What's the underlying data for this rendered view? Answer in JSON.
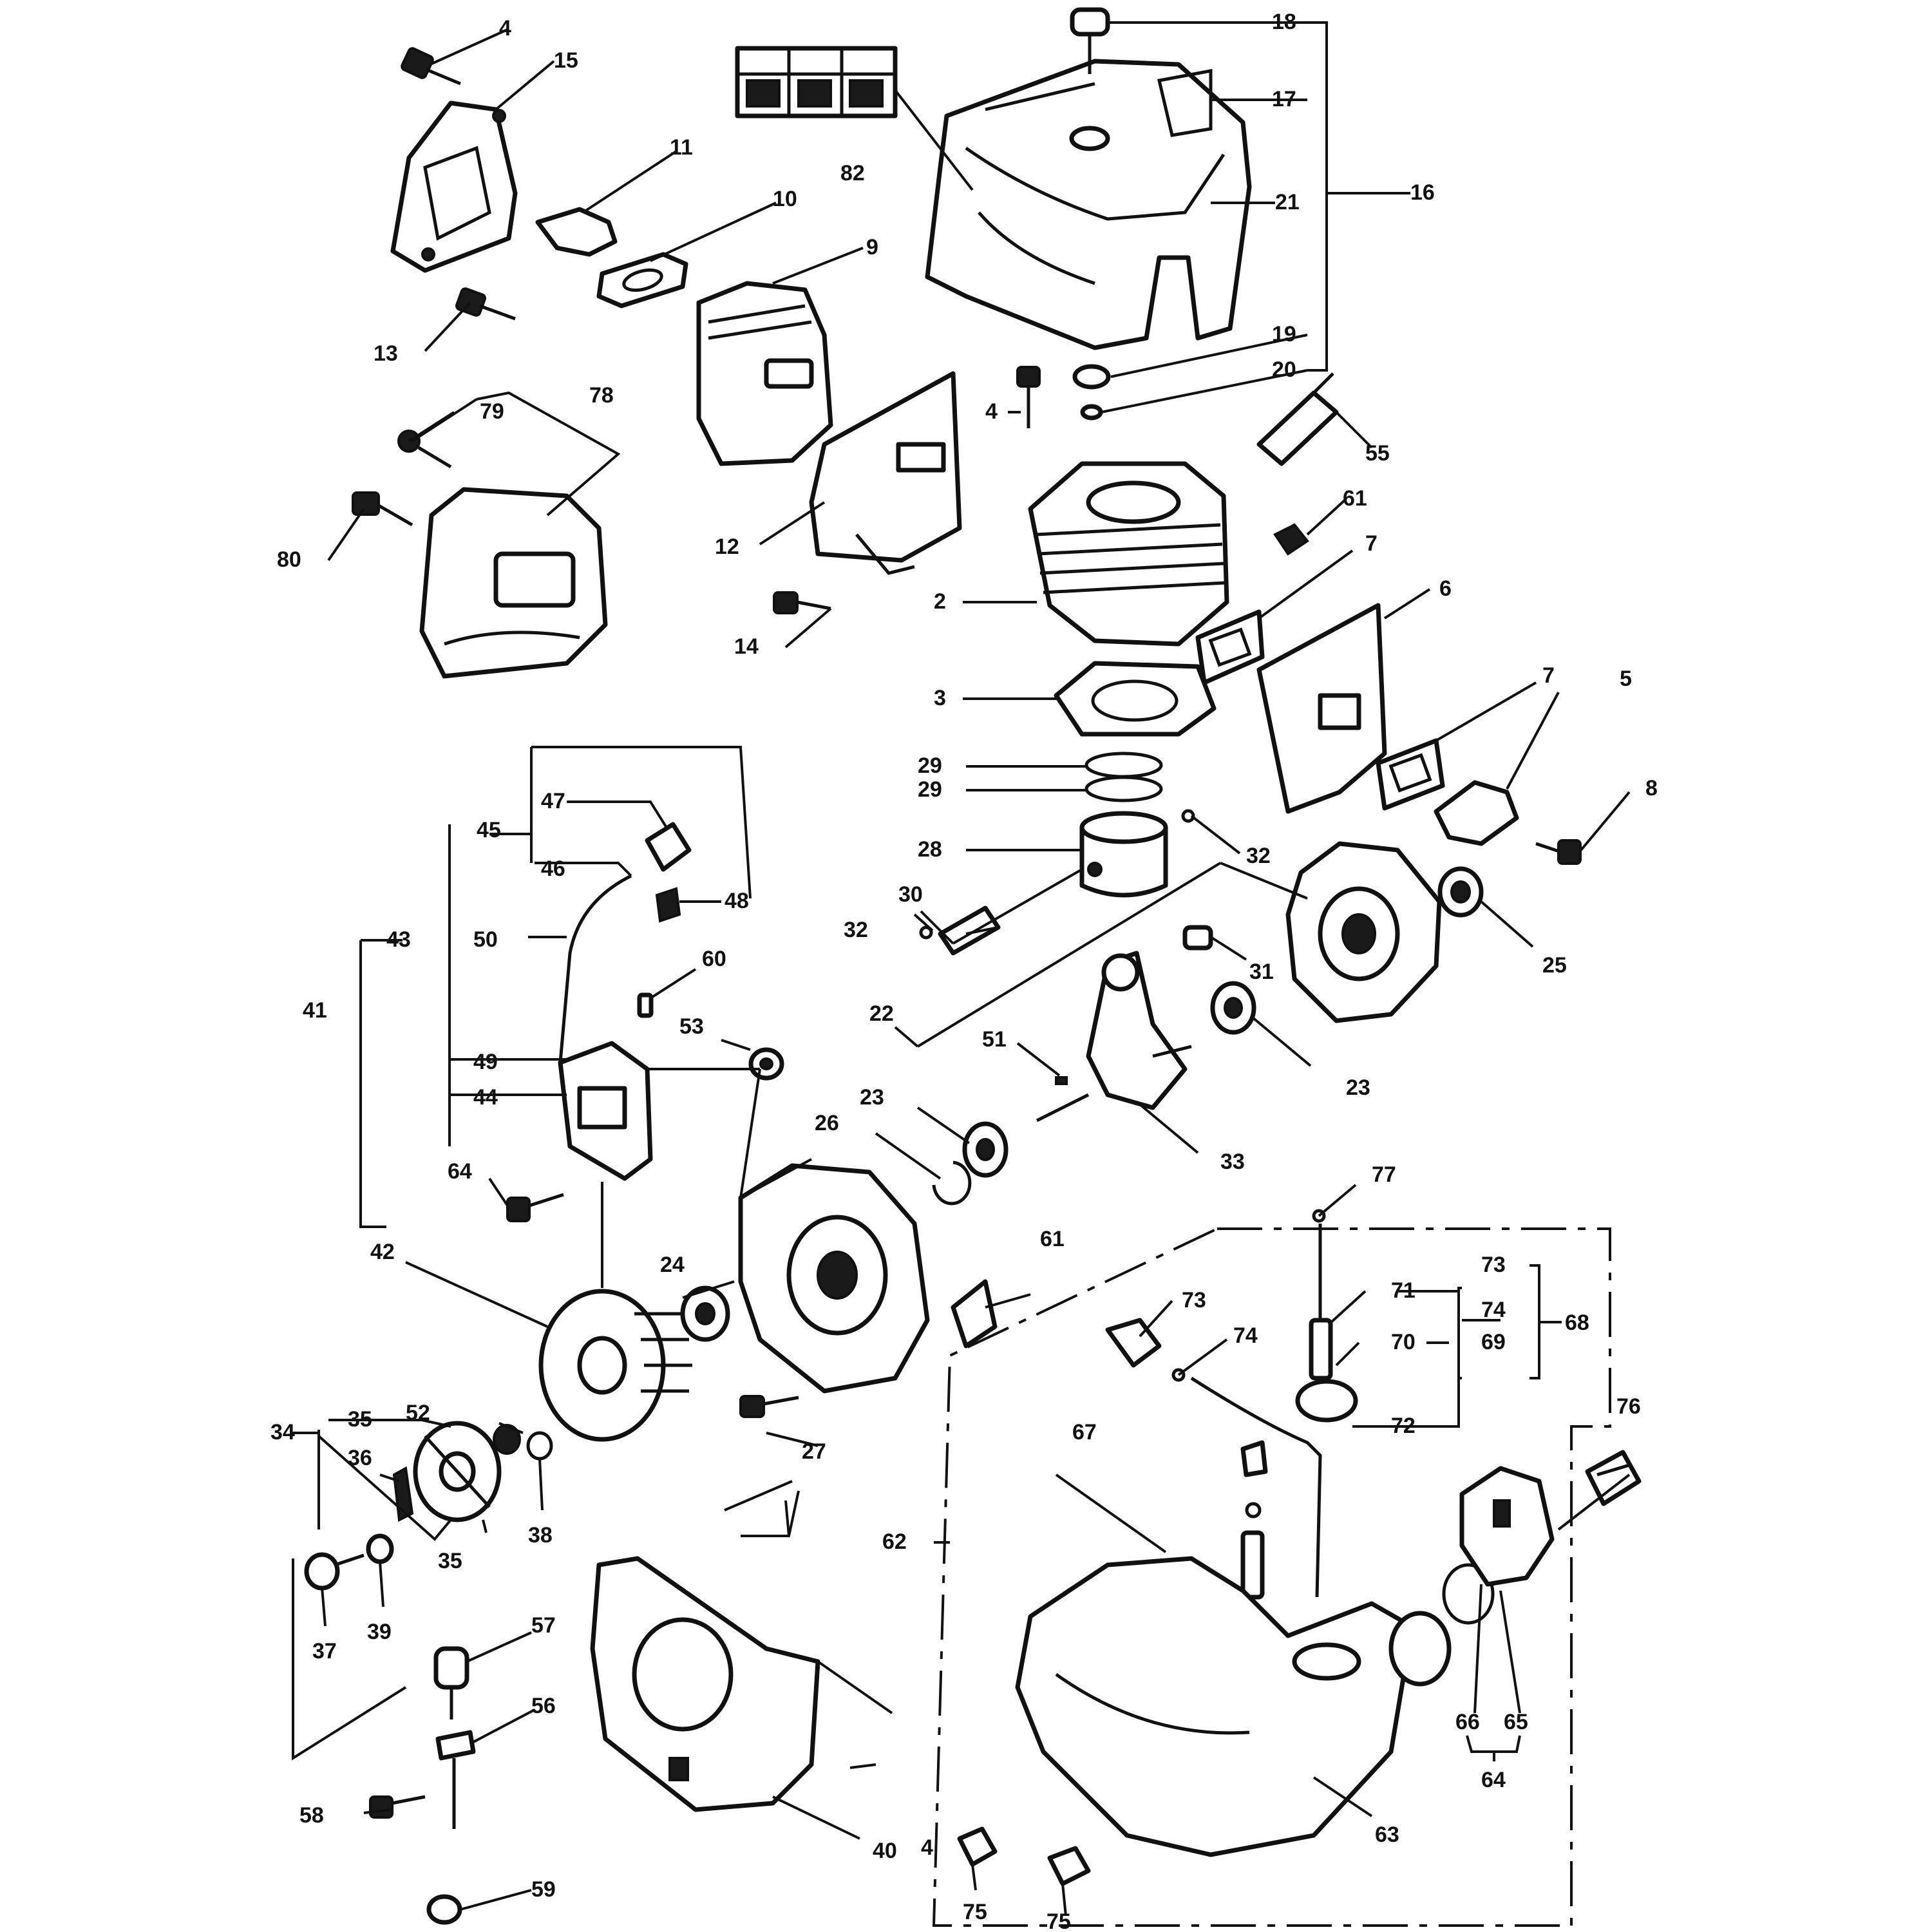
{
  "diagram": {
    "callouts": [
      {
        "id": "c4a",
        "text": "4"
      },
      {
        "id": "c15",
        "text": "15"
      },
      {
        "id": "c11",
        "text": "11"
      },
      {
        "id": "c10",
        "text": "10"
      },
      {
        "id": "c9",
        "text": "9"
      },
      {
        "id": "c13",
        "text": "13"
      },
      {
        "id": "c79",
        "text": "79"
      },
      {
        "id": "c78",
        "text": "78"
      },
      {
        "id": "c80",
        "text": "80"
      },
      {
        "id": "c82",
        "text": "82"
      },
      {
        "id": "c18",
        "text": "18"
      },
      {
        "id": "c17",
        "text": "17"
      },
      {
        "id": "c21",
        "text": "21"
      },
      {
        "id": "c16",
        "text": "16"
      },
      {
        "id": "c19",
        "text": "19"
      },
      {
        "id": "c20",
        "text": "20"
      },
      {
        "id": "c4b",
        "text": "4"
      },
      {
        "id": "c55",
        "text": "55"
      },
      {
        "id": "c61a",
        "text": "61"
      },
      {
        "id": "c12",
        "text": "12"
      },
      {
        "id": "c7a",
        "text": "7"
      },
      {
        "id": "c6",
        "text": "6"
      },
      {
        "id": "c2",
        "text": "2"
      },
      {
        "id": "c14",
        "text": "14"
      },
      {
        "id": "c3",
        "text": "3"
      },
      {
        "id": "c7b",
        "text": "7"
      },
      {
        "id": "c5",
        "text": "5"
      },
      {
        "id": "c8",
        "text": "8"
      },
      {
        "id": "c29a",
        "text": "29"
      },
      {
        "id": "c29b",
        "text": "29"
      },
      {
        "id": "c28",
        "text": "28"
      },
      {
        "id": "c32a",
        "text": "32"
      },
      {
        "id": "c47",
        "text": "47"
      },
      {
        "id": "c45",
        "text": "45"
      },
      {
        "id": "c46",
        "text": "46"
      },
      {
        "id": "c48",
        "text": "48"
      },
      {
        "id": "c43",
        "text": "43"
      },
      {
        "id": "c50",
        "text": "50"
      },
      {
        "id": "c41",
        "text": "41"
      },
      {
        "id": "c30",
        "text": "30"
      },
      {
        "id": "c32b",
        "text": "32"
      },
      {
        "id": "c25",
        "text": "25"
      },
      {
        "id": "c31",
        "text": "31"
      },
      {
        "id": "c60",
        "text": "60"
      },
      {
        "id": "c22",
        "text": "22"
      },
      {
        "id": "c53",
        "text": "53"
      },
      {
        "id": "c51",
        "text": "51"
      },
      {
        "id": "c23a",
        "text": "23"
      },
      {
        "id": "c49",
        "text": "49"
      },
      {
        "id": "c44",
        "text": "44"
      },
      {
        "id": "c23b",
        "text": "23"
      },
      {
        "id": "c26",
        "text": "26"
      },
      {
        "id": "c33",
        "text": "33"
      },
      {
        "id": "c64a",
        "text": "64"
      },
      {
        "id": "c77",
        "text": "77"
      },
      {
        "id": "c42",
        "text": "42"
      },
      {
        "id": "c73a",
        "text": "73"
      },
      {
        "id": "c74a",
        "text": "74"
      },
      {
        "id": "c68",
        "text": "68"
      },
      {
        "id": "c61b",
        "text": "61"
      },
      {
        "id": "c24",
        "text": "24"
      },
      {
        "id": "c71",
        "text": "71"
      },
      {
        "id": "c73b",
        "text": "73"
      },
      {
        "id": "c70",
        "text": "70"
      },
      {
        "id": "c69",
        "text": "69"
      },
      {
        "id": "c74b",
        "text": "74"
      },
      {
        "id": "c72",
        "text": "72"
      },
      {
        "id": "c52",
        "text": "52"
      },
      {
        "id": "c76",
        "text": "76"
      },
      {
        "id": "c35a",
        "text": "35"
      },
      {
        "id": "c34",
        "text": "34"
      },
      {
        "id": "c67",
        "text": "67"
      },
      {
        "id": "c36",
        "text": "36"
      },
      {
        "id": "c27",
        "text": "27"
      },
      {
        "id": "c38",
        "text": "38"
      },
      {
        "id": "c35b",
        "text": "35"
      },
      {
        "id": "c62",
        "text": "62"
      },
      {
        "id": "c37",
        "text": "37"
      },
      {
        "id": "c39",
        "text": "39"
      },
      {
        "id": "c57",
        "text": "57"
      },
      {
        "id": "c56",
        "text": "56"
      },
      {
        "id": "c66",
        "text": "66"
      },
      {
        "id": "c65",
        "text": "65"
      },
      {
        "id": "c64b",
        "text": "64"
      },
      {
        "id": "c58",
        "text": "58"
      },
      {
        "id": "c4c",
        "text": "4"
      },
      {
        "id": "c40",
        "text": "40"
      },
      {
        "id": "c63",
        "text": "63"
      },
      {
        "id": "c75a",
        "text": "75"
      },
      {
        "id": "c59",
        "text": "59"
      },
      {
        "id": "c75b",
        "text": "75"
      }
    ]
  }
}
